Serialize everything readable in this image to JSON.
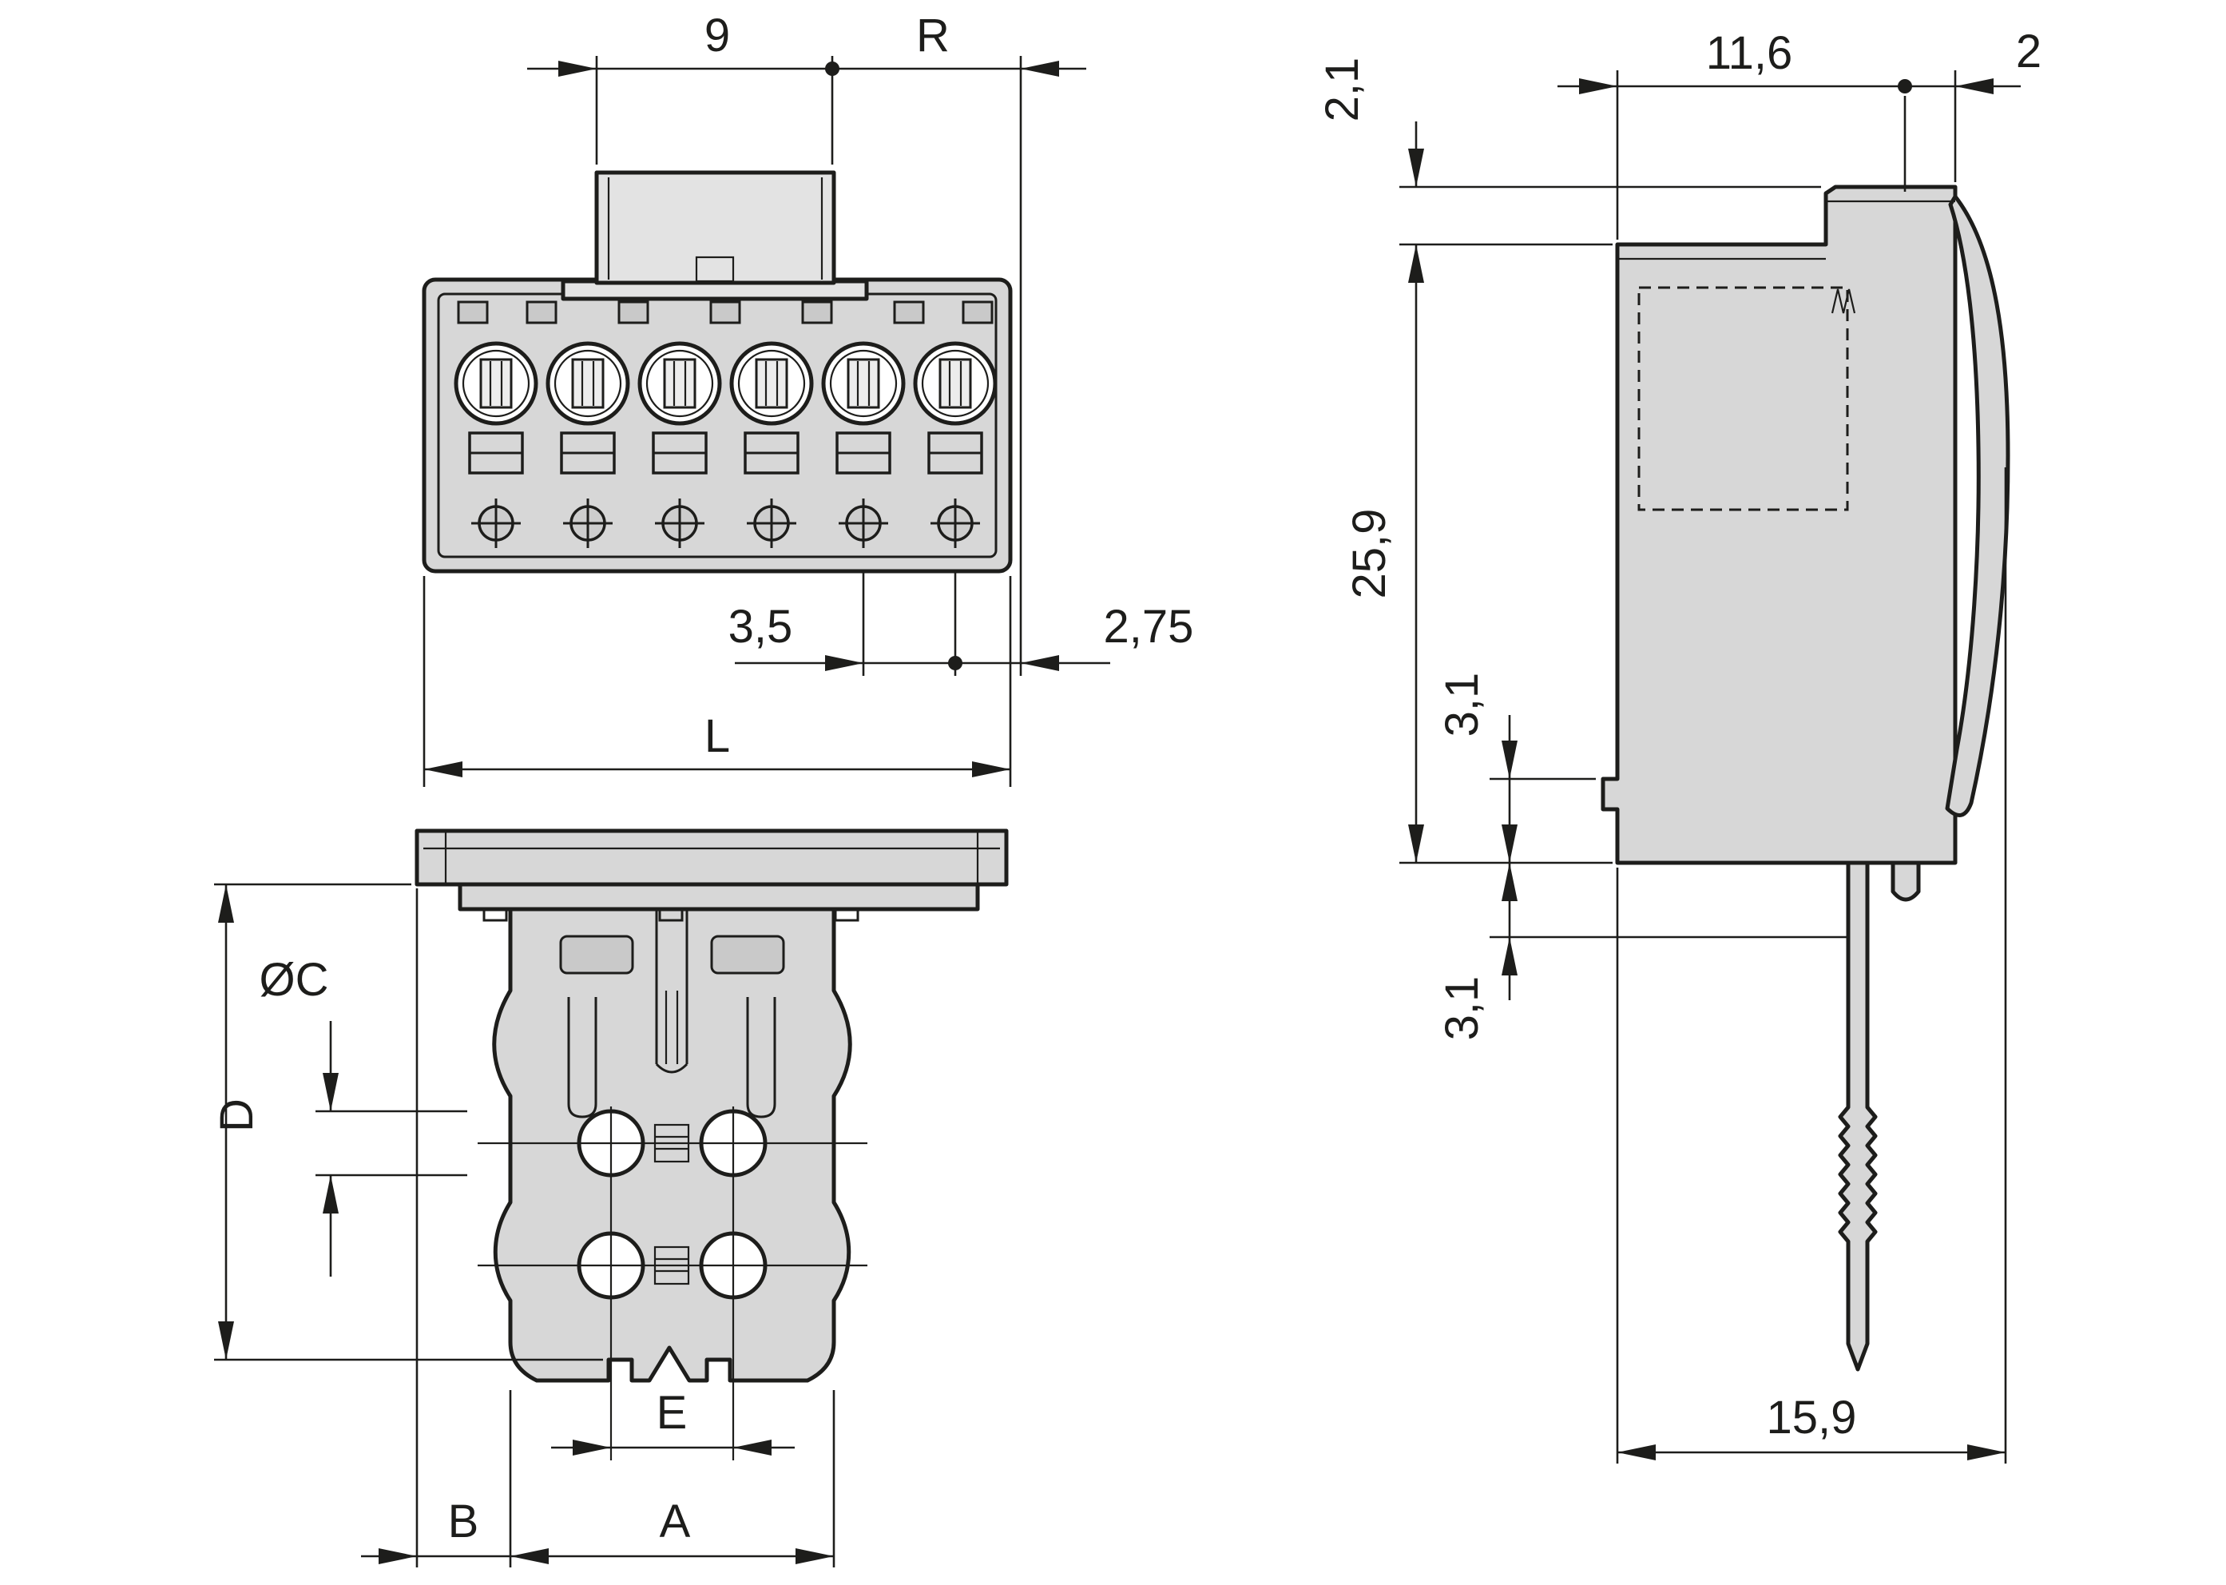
{
  "drawing": {
    "type": "connector-dimensional-drawing",
    "colors": {
      "line": "#1d1d1b",
      "body_fill": "#d7d7d7",
      "tab_fill": "#e3e3e3",
      "background": "#ffffff"
    },
    "views": {
      "front": {
        "pole_count": 6,
        "dims": {
          "tab_width": "9",
          "radius_ref": "R",
          "pole_pitch": "3,5",
          "end_offset": "2,75",
          "overall_length": "L"
        }
      },
      "bottom": {
        "dims": {
          "hole_diameter": "ØC",
          "overall_depth": "D",
          "hole_spacing": "E",
          "flange_offset": "B",
          "body_width": "A"
        }
      },
      "side": {
        "dims": {
          "flange_height": "2,1",
          "housing_depth": "11,6",
          "latch_offset": "2",
          "housing_height": "25,9",
          "stop_upper": "3,1",
          "stop_lower": "3,1",
          "overall_depth": "15,9"
        }
      }
    }
  }
}
